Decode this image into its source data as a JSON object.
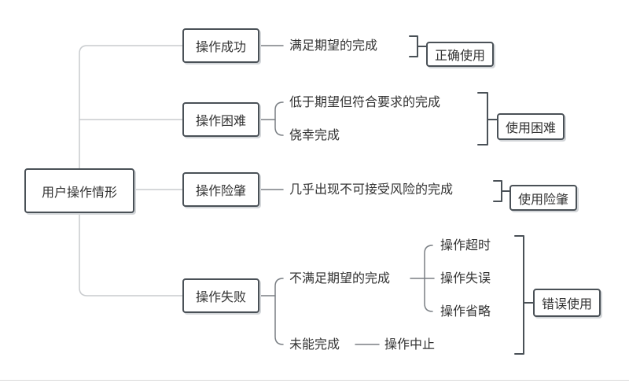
{
  "root": "用户操作情形",
  "categories": {
    "success": "操作成功",
    "difficult": "操作困难",
    "risky": "操作险肇",
    "failure": "操作失败"
  },
  "leaves": {
    "success_1": "满足期望的完成",
    "difficult_1": "低于期望但符合要求的完成",
    "difficult_2": "侥幸完成",
    "risky_1": "几乎出现不可接受风险的完成",
    "failure_1": "不满足期望的完成",
    "failure_2": "未能完成"
  },
  "subleaves": {
    "timeout": "操作超时",
    "mistake": "操作失误",
    "omission": "操作省略",
    "abort": "操作中止"
  },
  "outcomes": {
    "correct_use": "正确使用",
    "difficult_use": "使用困难",
    "risky_use": "使用险肇",
    "wrong_use": "错误使用"
  }
}
